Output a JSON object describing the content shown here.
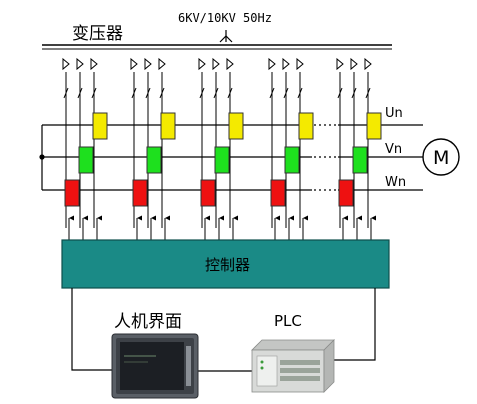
{
  "transformer_label": "变压器",
  "supply_label": "6KV/10KV 50Hz",
  "phase_labels": [
    "Un",
    "Vn",
    "Wn"
  ],
  "motor_label": "M",
  "controller_label": "控制器",
  "hmi_label": "人机界面",
  "plc_label": "PLC",
  "colors": {
    "yellow_cell": "#f4ea00",
    "green_cell": "#1ee01e",
    "red_cell": "#ee1111",
    "controller": "#1a8a86",
    "hmi_screen": "#1c1f24",
    "plc_body": "#d8dad8"
  }
}
